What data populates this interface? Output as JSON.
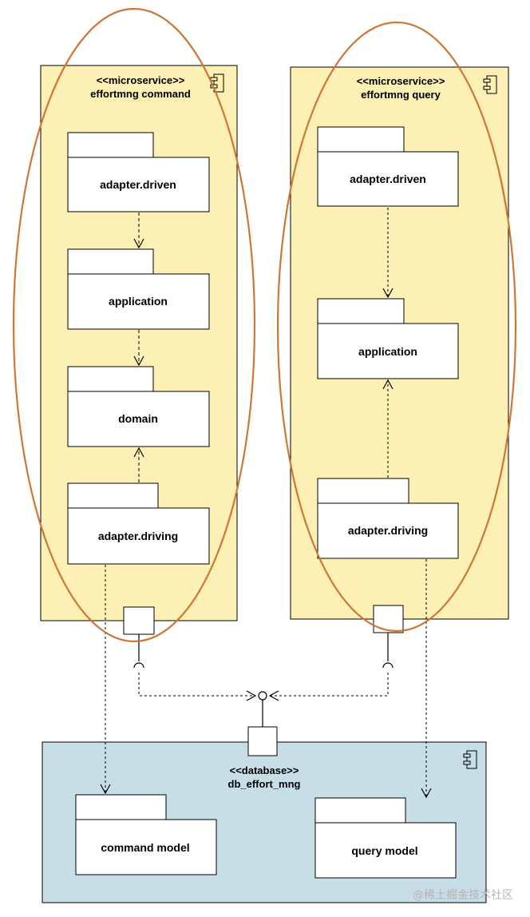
{
  "colors": {
    "microservice_fill": "#fcf0b4",
    "database_fill": "#c7dee6",
    "highlight_ellipse": "#cd7636",
    "line": "#000000"
  },
  "components": {
    "command": {
      "stereotype": "<<microservice>>",
      "name": "effortmng command",
      "packages": {
        "driven": "adapter.driven",
        "application": "application",
        "domain": "domain",
        "driving": "adapter.driving"
      }
    },
    "query": {
      "stereotype": "<<microservice>>",
      "name": "effortmng query",
      "packages": {
        "driven": "adapter.driven",
        "application": "application",
        "driving": "adapter.driving"
      }
    },
    "database": {
      "stereotype": "<<database>>",
      "name": "db_effort_mng",
      "packages": {
        "command_model": "command model",
        "query_model": "query model"
      }
    }
  },
  "watermark": "@稀土掘金技术社区"
}
